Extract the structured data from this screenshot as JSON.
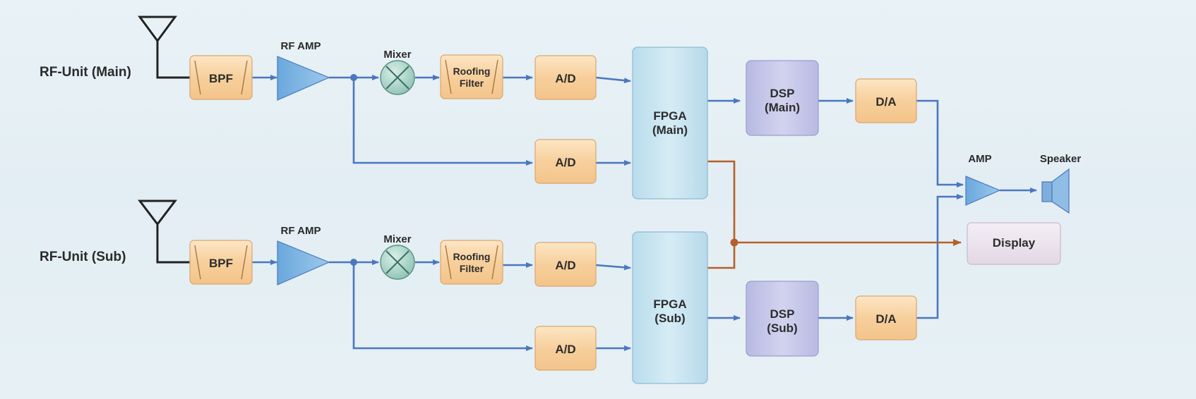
{
  "units": [
    {
      "label": "RF-Unit (Main)"
    },
    {
      "label": "RF-Unit (Sub)"
    }
  ],
  "blocks": {
    "bpf": "BPF",
    "rf_amp": "RF AMP",
    "mixer": "Mixer",
    "roofing_line1": "Roofing",
    "roofing_line2": "Filter",
    "ad": "A/D",
    "fpga_main_1": "FPGA",
    "fpga_main_2": "(Main)",
    "fpga_sub_1": "FPGA",
    "fpga_sub_2": "(Sub)",
    "dsp_main_1": "DSP",
    "dsp_main_2": "(Main)",
    "dsp_sub_1": "DSP",
    "dsp_sub_2": "(Sub)",
    "da": "D/A",
    "amp": "AMP",
    "speaker": "Speaker",
    "display": "Display"
  },
  "colors": {
    "signal_line": "#4a77bf",
    "control_line": "#b5602a",
    "orange_block": "#f8d7a8",
    "fpga_block": "#c9e4f0",
    "dsp_block": "#c9c9ea",
    "display_block": "#ece4ee",
    "amp_triangle": "#7fb6e2"
  }
}
